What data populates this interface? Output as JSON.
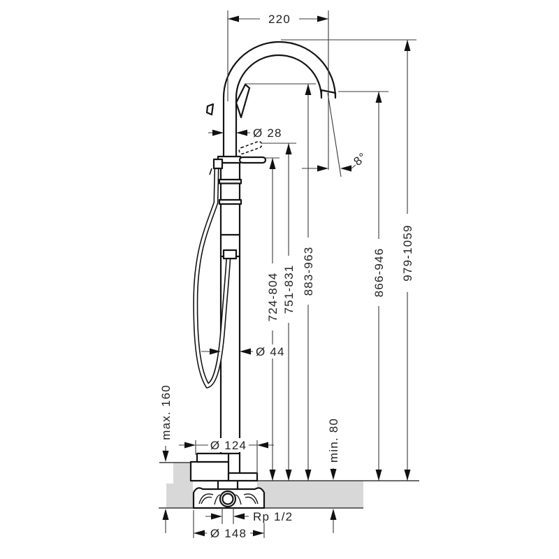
{
  "drawing": {
    "title": "Freestanding bath mixer with hand shower — installation dimension drawing",
    "units": "mm",
    "colors": {
      "line": "#141414",
      "dimension_line": "#3a3a3a",
      "floor_fill": "#d8d8d8",
      "background": "#ffffff"
    },
    "dimensions": {
      "spout_reach": "220",
      "spout_pipe_diameter": "Ø 28",
      "spout_angle": "8°",
      "height_lever": "724-804",
      "height_lever_raised": "751-831",
      "height_handshower": "883-963",
      "height_spout_outlet": "866-946",
      "height_total": "979-1059",
      "column_diameter": "Ø 44",
      "floor_recess_max": "max. 160",
      "floor_thickness_min": "min. 80",
      "escutcheon_diameter": "Ø 124",
      "connection_thread": "Rp 1/2",
      "base_unit_diameter": "Ø 148"
    }
  }
}
